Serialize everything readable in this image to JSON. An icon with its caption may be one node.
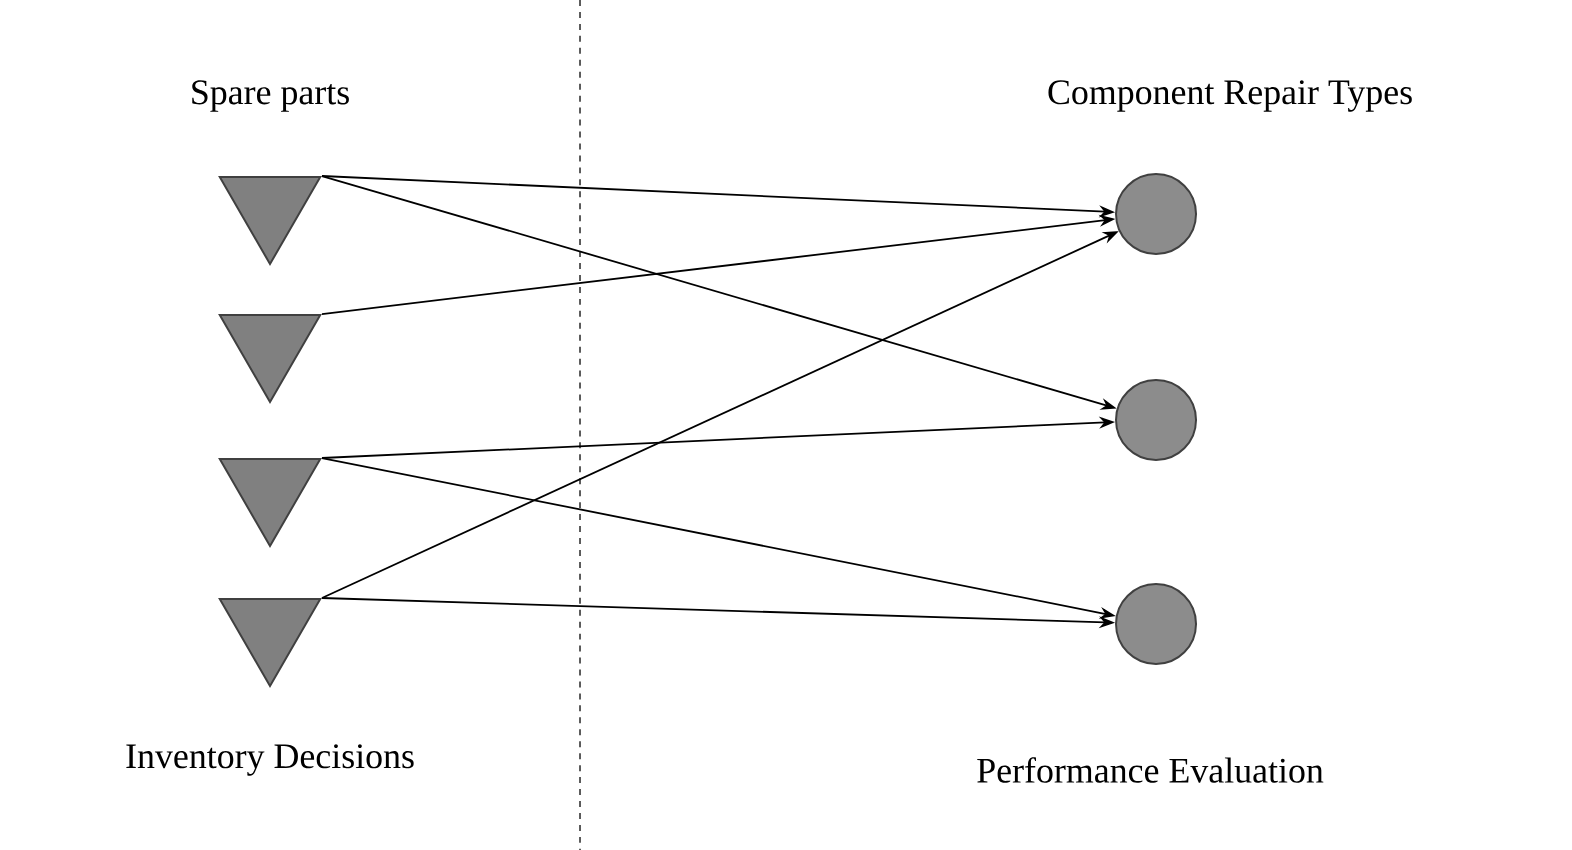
{
  "diagram": {
    "nodes": [
      {
        "text": [],
        "shape": "triangle"
      },
      {
        "text": [],
        "shape": "triangle"
      },
      {
        "text": [],
        "shape": "triangle"
      },
      {
        "text": [],
        "shape": "triangle"
      },
      {
        "text": [],
        "shape": "circle"
      },
      {
        "text": [],
        "shape": "circle"
      },
      {
        "text": [],
        "shape": "circle"
      }
    ],
    "edges": [
      {
        "from": 0,
        "to": 4,
        "arrow": "to"
      },
      {
        "from": 0,
        "to": 5,
        "arrow": "to"
      },
      {
        "from": 1,
        "to": 4,
        "arrow": "to"
      },
      {
        "from": 2,
        "to": 5,
        "arrow": "to"
      },
      {
        "from": 2,
        "to": 6,
        "arrow": "to"
      },
      {
        "from": 3,
        "to": 4,
        "arrow": "to"
      },
      {
        "from": 3,
        "to": 6,
        "arrow": "to"
      }
    ],
    "labels": [
      "Spare parts",
      "Component Repair Types",
      "Inventory Decisions",
      "Performance Evaluation"
    ]
  }
}
